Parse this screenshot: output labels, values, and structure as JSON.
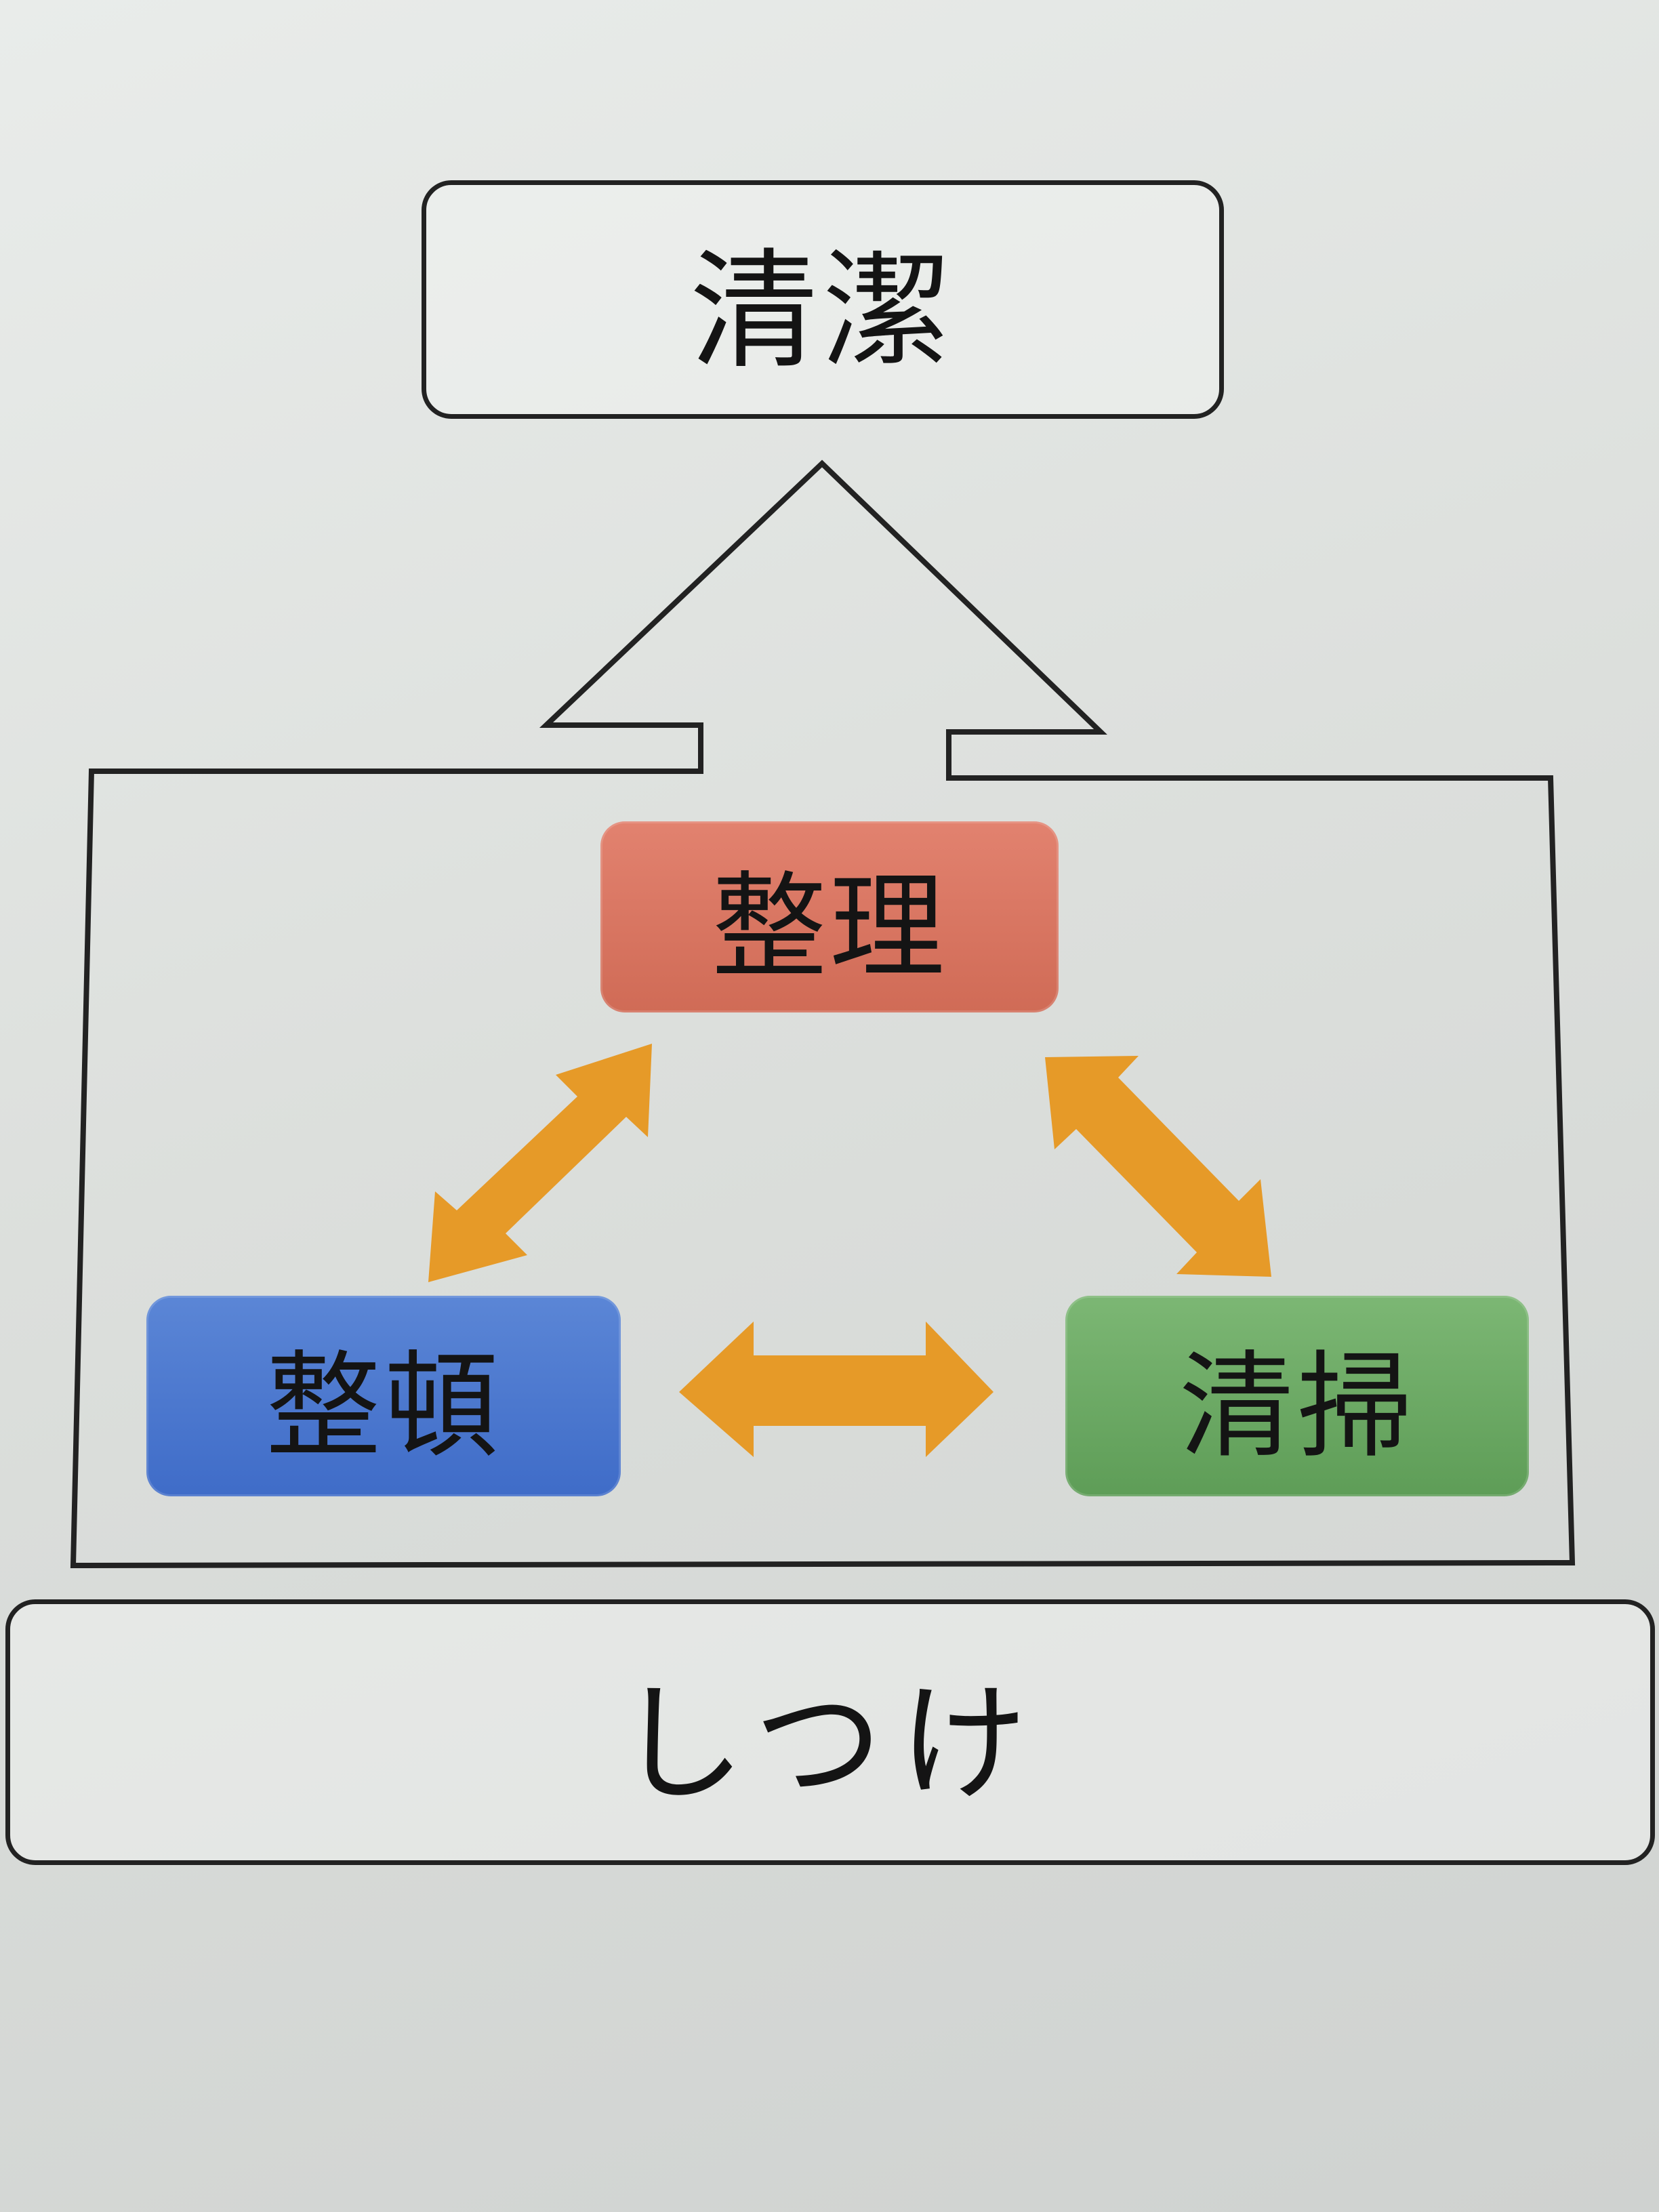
{
  "diagram": {
    "top_label": "清潔",
    "bottom_label": "しつけ",
    "nodes": {
      "seiri": {
        "label": "整理",
        "color": "#d9735e"
      },
      "seiton": {
        "label": "整頓",
        "color": "#4a76cf"
      },
      "seisou": {
        "label": "清掃",
        "color": "#6caa64"
      }
    },
    "connectors": [
      {
        "from": "整理",
        "to": "整頓",
        "type": "bidirectional"
      },
      {
        "from": "整理",
        "to": "清掃",
        "type": "bidirectional"
      },
      {
        "from": "整頓",
        "to": "清掃",
        "type": "bidirectional"
      }
    ],
    "arrow_color": "#e69a28",
    "outline_color": "#222222",
    "main_arrow": {
      "from": "整理/整頓/清掃",
      "to": "清潔"
    }
  }
}
